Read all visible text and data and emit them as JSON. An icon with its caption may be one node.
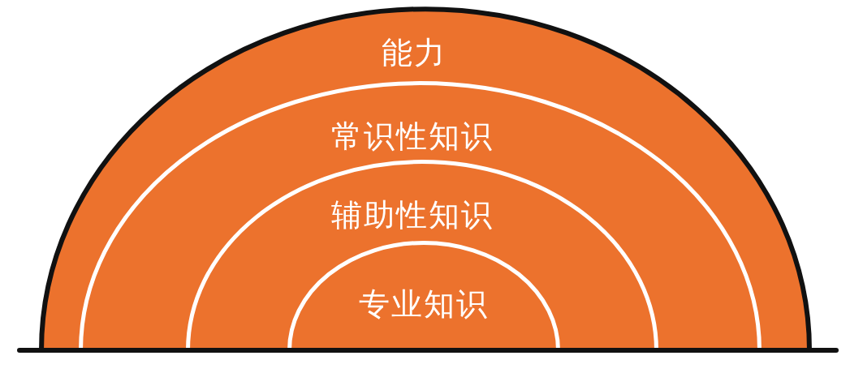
{
  "diagram": {
    "nodes": [
      {
        "text": [
          "能力"
        ]
      },
      {
        "text": [
          "常识性知识"
        ],
        "in": 0
      },
      {
        "text": [
          "辅助性知识"
        ],
        "in": 1
      },
      {
        "text": [
          "专业知识"
        ],
        "in": 2
      }
    ],
    "edges": []
  }
}
